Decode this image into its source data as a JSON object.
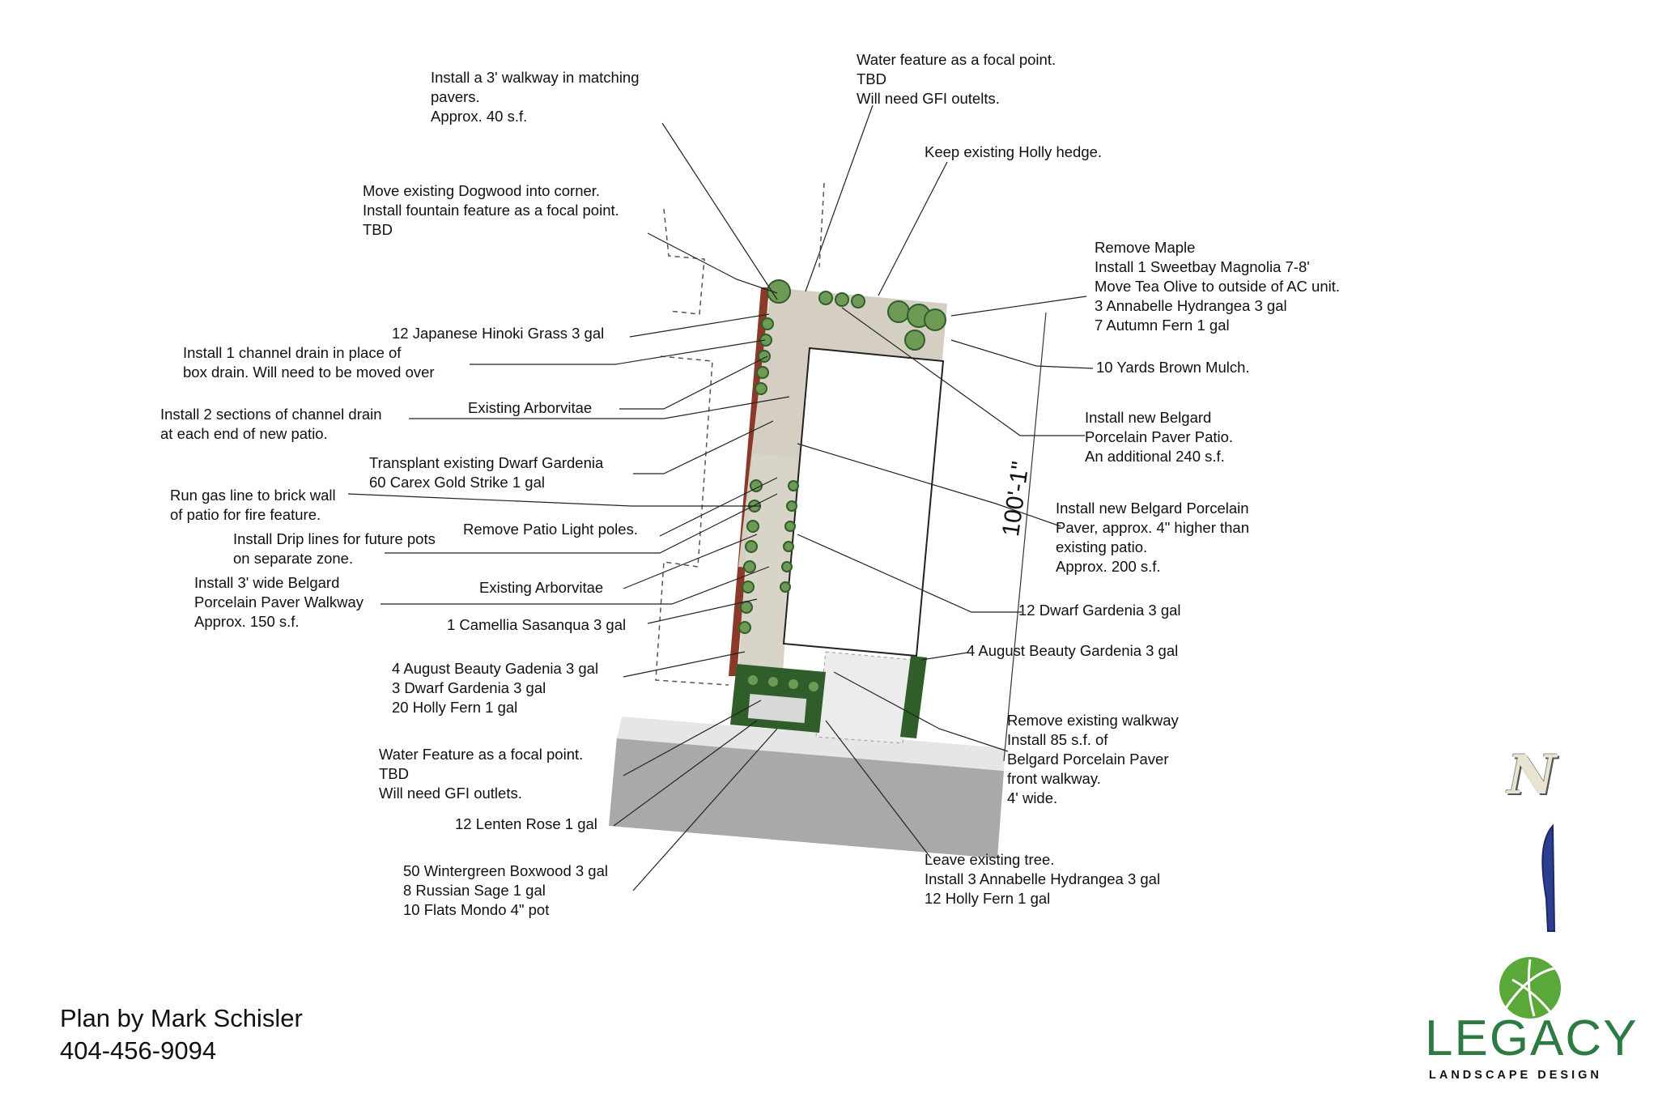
{
  "notes": {
    "walkway_3ft": [
      "Install a 3' walkway in matching",
      "pavers.",
      "Approx. 40 s.f."
    ],
    "water_feature_top": [
      "Water feature as a focal point.",
      "TBD",
      "Will need GFI outelts."
    ],
    "holly_hedge": [
      "Keep existing Holly hedge."
    ],
    "dogwood": [
      "Move existing Dogwood into corner.",
      "Install fountain feature as a focal point.",
      "TBD"
    ],
    "remove_maple": [
      "Remove Maple",
      "Install 1 Sweetbay Magnolia 7-8'",
      "Move Tea Olive to outside of AC unit.",
      "3 Annabelle Hydrangea 3 gal",
      "7 Autumn Fern 1 gal"
    ],
    "hinoki": [
      "12 Japanese Hinoki Grass 3 gal"
    ],
    "channel_drain": [
      "Install 1 channel drain in place of",
      "box drain.  Will need to be moved over"
    ],
    "brown_mulch": [
      "10 Yards Brown Mulch."
    ],
    "arborvitae_1": [
      "Existing Arborvitae"
    ],
    "two_channel": [
      "Install 2 sections of channel drain",
      "at each end of new patio."
    ],
    "belgard_patio": [
      "Install new Belgard",
      "Porcelain Paver Patio.",
      "An additional 240 s.f."
    ],
    "dwarf_gardenia_transplant": [
      "Transplant existing Dwarf Gardenia",
      "60 Carex Gold Strike 1 gal"
    ],
    "gas_line": [
      "Run gas line to brick wall",
      "of patio for fire feature."
    ],
    "belgard_higher": [
      "Install new Belgard Porcelain",
      "Paver, approx. 4\" higher than",
      "existing patio.",
      "Approx. 200 s.f."
    ],
    "patio_light": [
      "Remove Patio Light poles."
    ],
    "drip_lines": [
      "Install Drip lines for future pots",
      "on separate zone."
    ],
    "arborvitae_2": [
      "Existing Arborvitae"
    ],
    "belgard_walkway": [
      "Install 3' wide Belgard",
      "Porcelain Paver Walkway",
      "Approx. 150 s.f."
    ],
    "dwarf_gardenia_12": [
      "12 Dwarf Gardenia 3 gal"
    ],
    "camellia": [
      "1 Camellia Sasanqua 3 gal"
    ],
    "august_beauty_right": [
      "4 August Beauty Gardenia 3 gal"
    ],
    "august_beauty_left": [
      "4 August Beauty Gadenia 3 gal",
      "3 Dwarf Gardenia 3 gal",
      "20 Holly Fern 1 gal"
    ],
    "remove_walkway": [
      "Remove existing walkway",
      "Install 85 s.f. of",
      "Belgard Porcelain Paver",
      "front walkway.",
      "4' wide."
    ],
    "water_feature_bottom": [
      "Water Feature as a focal point.",
      "TBD",
      "Will need GFI outlets."
    ],
    "lenten_rose": [
      "12 Lenten Rose 1 gal"
    ],
    "leave_tree": [
      "Leave existing tree.",
      "Install 3 Annabelle Hydrangea 3 gal",
      "12 Holly Fern 1 gal"
    ],
    "boxwood": [
      "50 Wintergreen Boxwood 3 gal",
      "8 Russian Sage 1 gal",
      "10 Flats Mondo 4\" pot"
    ]
  },
  "dimension": "100'-1\"",
  "credit": [
    "Plan by Mark Schisler",
    "404-456-9094"
  ],
  "north_letter": "N",
  "logo": {
    "word": "LEGACY",
    "sub": "LANDSCAPE DESIGN"
  },
  "colors": {
    "paver": "#d4cfc2",
    "house": "#ffffff",
    "brick": "#8b3a2a",
    "plant_dark": "#2f5e2a",
    "plant_light": "#a8c98a",
    "driveway": "#c8c8c8",
    "street": "#a9a9a9",
    "logo_green": "#2d7a43"
  }
}
